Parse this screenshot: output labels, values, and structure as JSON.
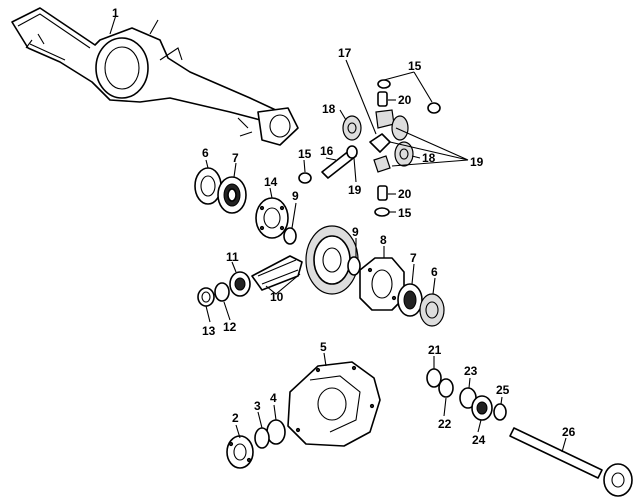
{
  "callouts": [
    {
      "id": "c1",
      "text": "1"
    },
    {
      "id": "c2",
      "text": "2"
    },
    {
      "id": "c3",
      "text": "3"
    },
    {
      "id": "c4",
      "text": "4"
    },
    {
      "id": "c5",
      "text": "5"
    },
    {
      "id": "c6a",
      "text": "6"
    },
    {
      "id": "c6b",
      "text": "6"
    },
    {
      "id": "c7a",
      "text": "7"
    },
    {
      "id": "c7b",
      "text": "7"
    },
    {
      "id": "c8",
      "text": "8"
    },
    {
      "id": "c9a",
      "text": "9"
    },
    {
      "id": "c9b",
      "text": "9"
    },
    {
      "id": "c10",
      "text": "10"
    },
    {
      "id": "c11",
      "text": "11"
    },
    {
      "id": "c12",
      "text": "12"
    },
    {
      "id": "c13",
      "text": "13"
    },
    {
      "id": "c14",
      "text": "14"
    },
    {
      "id": "c15a",
      "text": "15"
    },
    {
      "id": "c15b",
      "text": "15"
    },
    {
      "id": "c15c",
      "text": "15"
    },
    {
      "id": "c16",
      "text": "16"
    },
    {
      "id": "c17",
      "text": "17"
    },
    {
      "id": "c18a",
      "text": "18"
    },
    {
      "id": "c18b",
      "text": "18"
    },
    {
      "id": "c19a",
      "text": "19"
    },
    {
      "id": "c19b",
      "text": "19"
    },
    {
      "id": "c20a",
      "text": "20"
    },
    {
      "id": "c20b",
      "text": "20"
    },
    {
      "id": "c21",
      "text": "21"
    },
    {
      "id": "c22",
      "text": "22"
    },
    {
      "id": "c23",
      "text": "23"
    },
    {
      "id": "c24",
      "text": "24"
    },
    {
      "id": "c25",
      "text": "25"
    },
    {
      "id": "c26",
      "text": "26"
    }
  ]
}
